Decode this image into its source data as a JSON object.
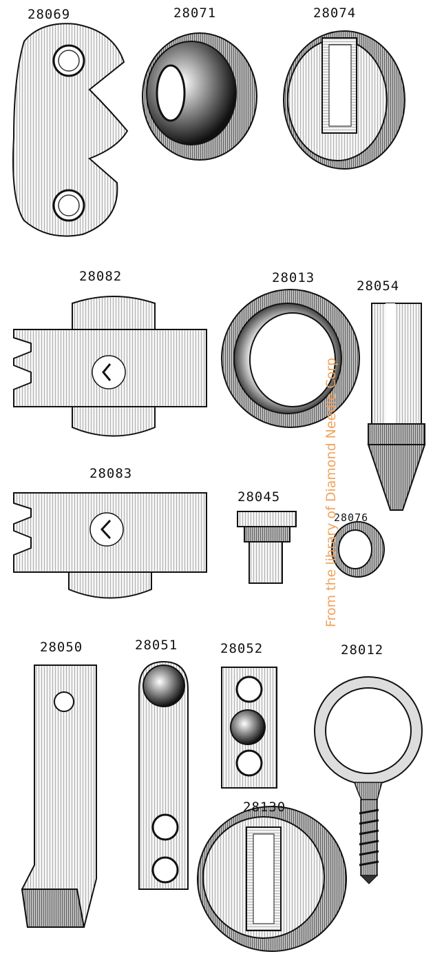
{
  "catalog": {
    "part_numbers": {
      "p28069": "28069",
      "p28071": "28071",
      "p28074": "28074",
      "p28082": "28082",
      "p28013": "28013",
      "p28054": "28054",
      "p28083": "28083",
      "p28045": "28045",
      "p28076": "28076",
      "p28050": "28050",
      "p28051": "28051",
      "p28052": "28052",
      "p28012": "28012",
      "p28130": "28130"
    }
  },
  "watermark_text": "From the library of Diamond Needle Corp"
}
